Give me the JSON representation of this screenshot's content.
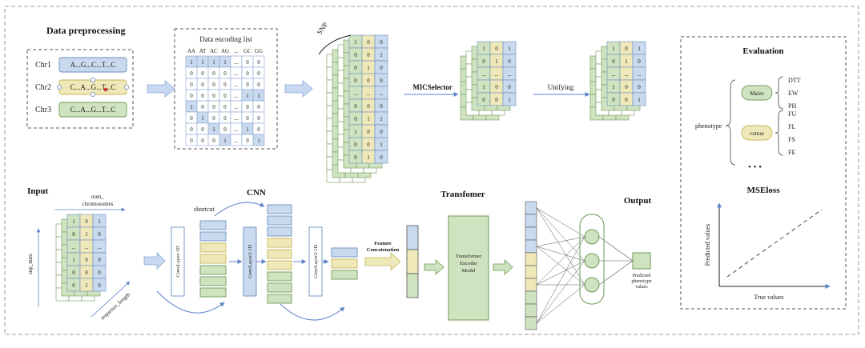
{
  "colors": {
    "blue": "#c9d9ee",
    "blue_stroke": "#6d8fc0",
    "yellow": "#efe8b8",
    "yellow_stroke": "#c7b55a",
    "green": "#cfe3c0",
    "green_stroke": "#6f9a56",
    "arrow": "#6f95d2",
    "arrow_fill": "#c7d8f0"
  },
  "preprocessing": {
    "title": "Data preprocessing",
    "chromosomes": [
      {
        "label": "Chr1",
        "seq": "A...G...C...T...C"
      },
      {
        "label": "Chr2",
        "seq": "C...A...G...T...C"
      },
      {
        "label": "Chr3",
        "seq": "C...A...G...T...C"
      }
    ]
  },
  "encoding": {
    "title": "Data encoding list",
    "headers": [
      "AA",
      "AT",
      "AC",
      "AG",
      "...",
      "GC",
      "GG"
    ],
    "rows": [
      [
        "1",
        "1",
        "1",
        "1",
        "...",
        "0",
        "0"
      ],
      [
        "0",
        "0",
        "0",
        "0",
        "...",
        "0",
        "0"
      ],
      [
        "0",
        "0",
        "0",
        "0",
        "...",
        "0",
        "0"
      ],
      [
        "0",
        "0",
        "0",
        "0",
        "...",
        "1",
        "1"
      ],
      [
        "1",
        "0",
        "0",
        "0",
        "...",
        "0",
        "0"
      ],
      [
        "0",
        "1",
        "0",
        "0",
        "...",
        "0",
        "0"
      ],
      [
        "0",
        "0",
        "1",
        "0",
        "...",
        "1",
        "0"
      ],
      [
        "0",
        "0",
        "0",
        "1",
        "...",
        "0",
        "1"
      ]
    ]
  },
  "snp_stack": {
    "label": "SNP",
    "cells": [
      [
        "1",
        "0",
        "0"
      ],
      [
        "0",
        "0",
        "1"
      ],
      [
        "0",
        "1",
        "0"
      ],
      [
        "0",
        "0",
        "0"
      ],
      [
        "...",
        "...",
        "..."
      ],
      [
        "0",
        "0",
        "0"
      ],
      [
        "0",
        "1",
        "1"
      ],
      [
        "1",
        "0",
        "0"
      ],
      [
        "0",
        "0",
        "1"
      ],
      [
        "0",
        "1",
        "0"
      ]
    ]
  },
  "mic": {
    "label": "MICSelector",
    "cells": [
      [
        "1",
        "0",
        "1"
      ],
      [
        "0",
        "1",
        "0"
      ],
      [
        "...",
        "...",
        "..."
      ],
      [
        "1",
        "0",
        "0"
      ],
      [
        "0",
        "0",
        "1"
      ]
    ]
  },
  "unify": {
    "label": "Unifying",
    "cells": [
      [
        "1",
        "0",
        "1"
      ],
      [
        "0",
        "1",
        "0"
      ],
      [
        "...",
        "...",
        "..."
      ],
      [
        "1",
        "0",
        "0"
      ],
      [
        "0",
        "0",
        "1"
      ]
    ]
  },
  "evaluation": {
    "title": "Evaluation",
    "phenotype_label": "phenotype",
    "crops": [
      {
        "name": "Maize",
        "traits": [
          "DTT",
          "EW",
          "PH"
        ]
      },
      {
        "name": "cotton",
        "traits": [
          "FU",
          "FL",
          "FS",
          "FE"
        ]
      }
    ],
    "ellipsis": "• • •",
    "loss_title": "MSEloss",
    "ylabel": "Predicted values",
    "xlabel": "True values"
  },
  "input": {
    "title": "Input",
    "top_label": "num_ chromosomes",
    "left_label": "snp_num",
    "diag_label": "sequence_length",
    "cells": [
      [
        "1",
        "0",
        "1"
      ],
      [
        "0",
        "1",
        "0"
      ],
      [
        "...",
        "...",
        "..."
      ],
      [
        "1",
        "0",
        "0"
      ],
      [
        "0",
        "0",
        "0"
      ],
      [
        "0",
        "1",
        "0"
      ]
    ]
  },
  "cnn": {
    "title": "CNN",
    "shortcut_label": "shortcut",
    "layer1": "ConvLayer-1D",
    "layer2": "ConvLayer2-1D",
    "layer3": "ConvLayer2-1D"
  },
  "feature_concat": "Feature Concatenation",
  "transformer": {
    "title": "Transfomer",
    "block": "Transformer Encoder Model"
  },
  "output": {
    "title": "Output",
    "pred_label": "Predicted phenotype values"
  }
}
